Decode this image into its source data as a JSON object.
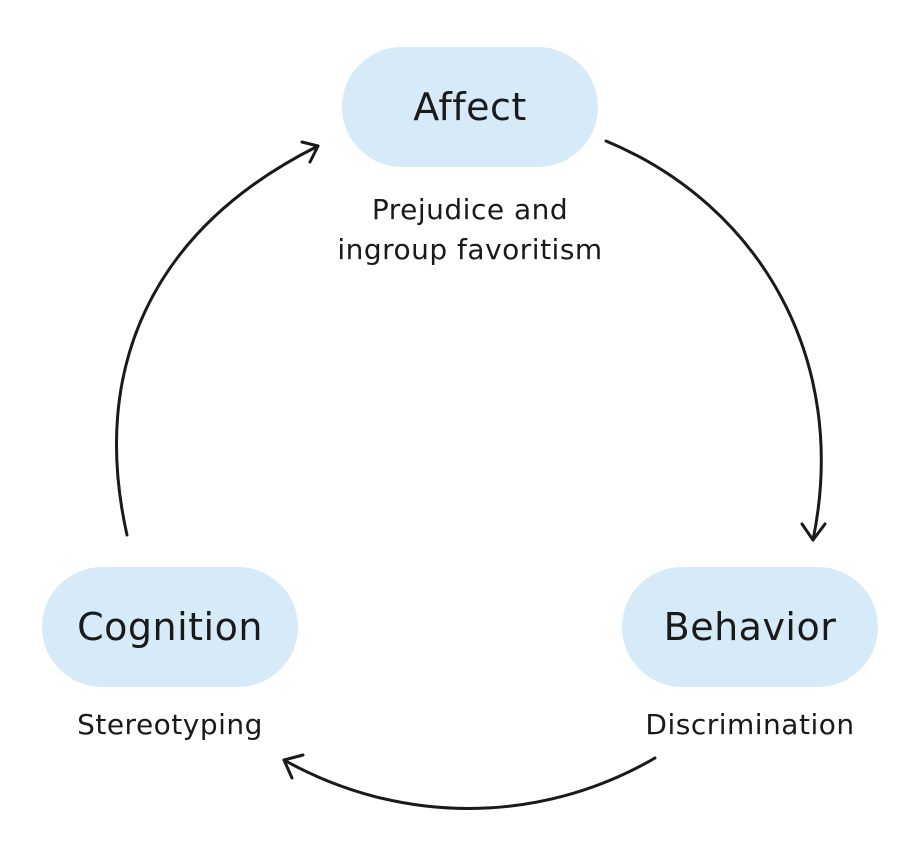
{
  "diagram": {
    "colors": {
      "node_fill": "#d6ebf7",
      "text": "#1a1a1a",
      "arrow": "#1a1a1a"
    },
    "nodes": {
      "affect": {
        "label": "Affect",
        "description_line1": "Prejudice and",
        "description_line2": "ingroup favoritism"
      },
      "behavior": {
        "label": "Behavior",
        "description": "Discrimination"
      },
      "cognition": {
        "label": "Cognition",
        "description": "Stereotyping"
      }
    },
    "arrows": [
      {
        "from": "Affect",
        "to": "Behavior"
      },
      {
        "from": "Behavior",
        "to": "Cognition"
      },
      {
        "from": "Cognition",
        "to": "Affect"
      }
    ]
  }
}
